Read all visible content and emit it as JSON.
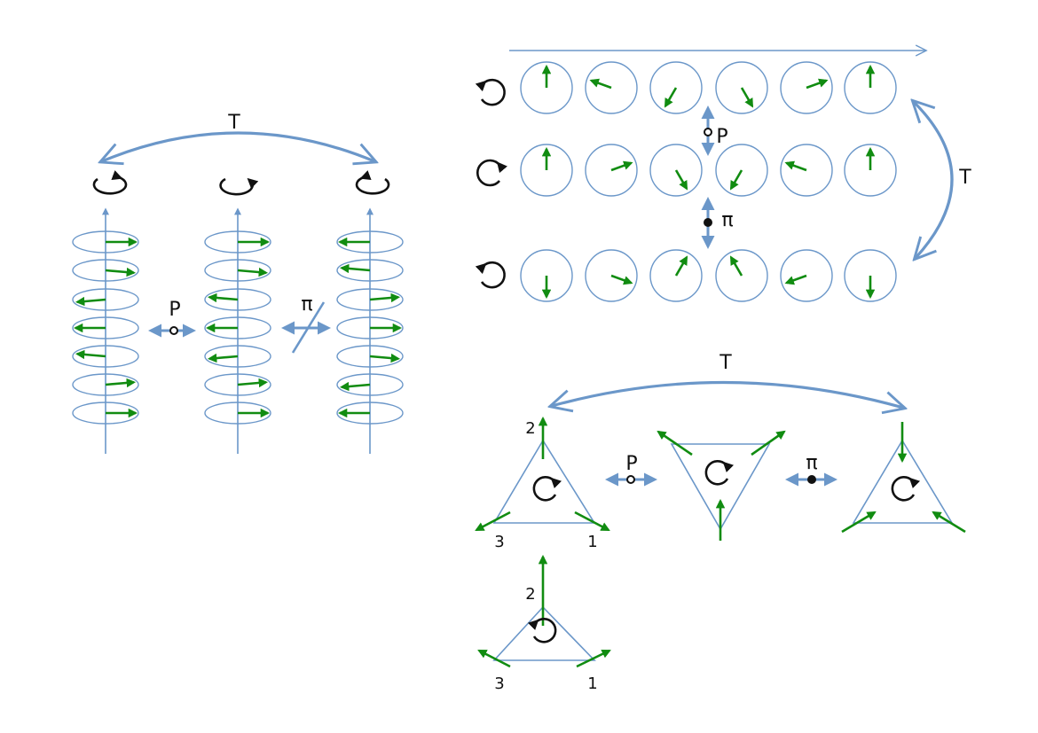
{
  "labels": {
    "T": "T",
    "P": "P",
    "pi": "π",
    "vertex_1": "1",
    "vertex_2": "2",
    "vertex_3": "3"
  },
  "colors": {
    "axis": "#6b97c9",
    "arrow": "#118c11",
    "text": "#111111",
    "background": "#ffffff"
  },
  "icons": {
    "rotation_ccw": "counterclockwise-rotation-icon",
    "rotation_cw": "clockwise-rotation-icon",
    "double_arrow": "double-headed-arrow-icon",
    "open_dot": "open-circle-marker",
    "filled_dot": "filled-circle-marker"
  }
}
